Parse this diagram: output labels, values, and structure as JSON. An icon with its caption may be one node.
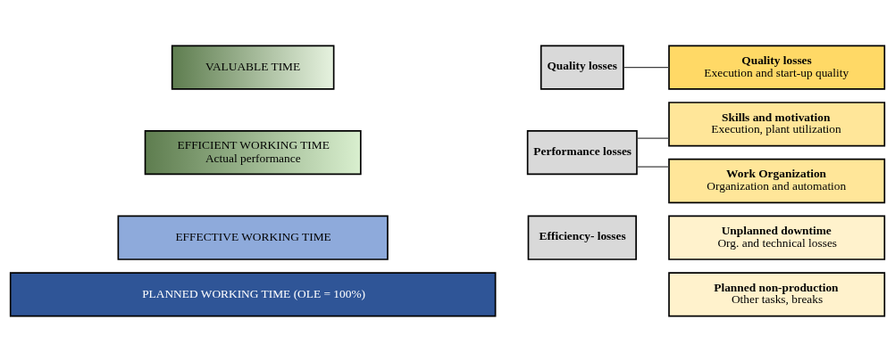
{
  "diagram": {
    "nodes": [
      {
        "text": [
          "PLANNED WORKING TIME (OLE = 100%)"
        ]
      },
      {
        "text": [
          "Planned non-production",
          "Other tasks, breaks"
        ]
      },
      {
        "text": [
          "EFFECTIVE WORKING TIME"
        ]
      },
      {
        "text": [
          "Efficiency- losses"
        ]
      },
      {
        "text": [
          "Unplanned downtime",
          "Org. and technical losses"
        ]
      },
      {
        "text": [
          "EFFICIENT WORKING TIME",
          "Actual performance"
        ]
      },
      {
        "text": [
          "Performance losses"
        ]
      },
      {
        "text": [
          "Skills and motivation",
          "Execution, plant utilization"
        ]
      },
      {
        "text": [
          "Work Organization",
          "Organization and automation"
        ]
      },
      {
        "text": [
          "VALUABLE TIME"
        ]
      },
      {
        "text": [
          "Quality losses"
        ]
      },
      {
        "text": [
          "Quality losses",
          "Execution and start-up quality"
        ]
      }
    ],
    "edges": [
      {
        "from": 6,
        "to": 7,
        "arrow": "none"
      },
      {
        "from": 6,
        "to": 8,
        "arrow": "none"
      },
      {
        "from": 10,
        "to": 11,
        "arrow": "none"
      }
    ]
  }
}
